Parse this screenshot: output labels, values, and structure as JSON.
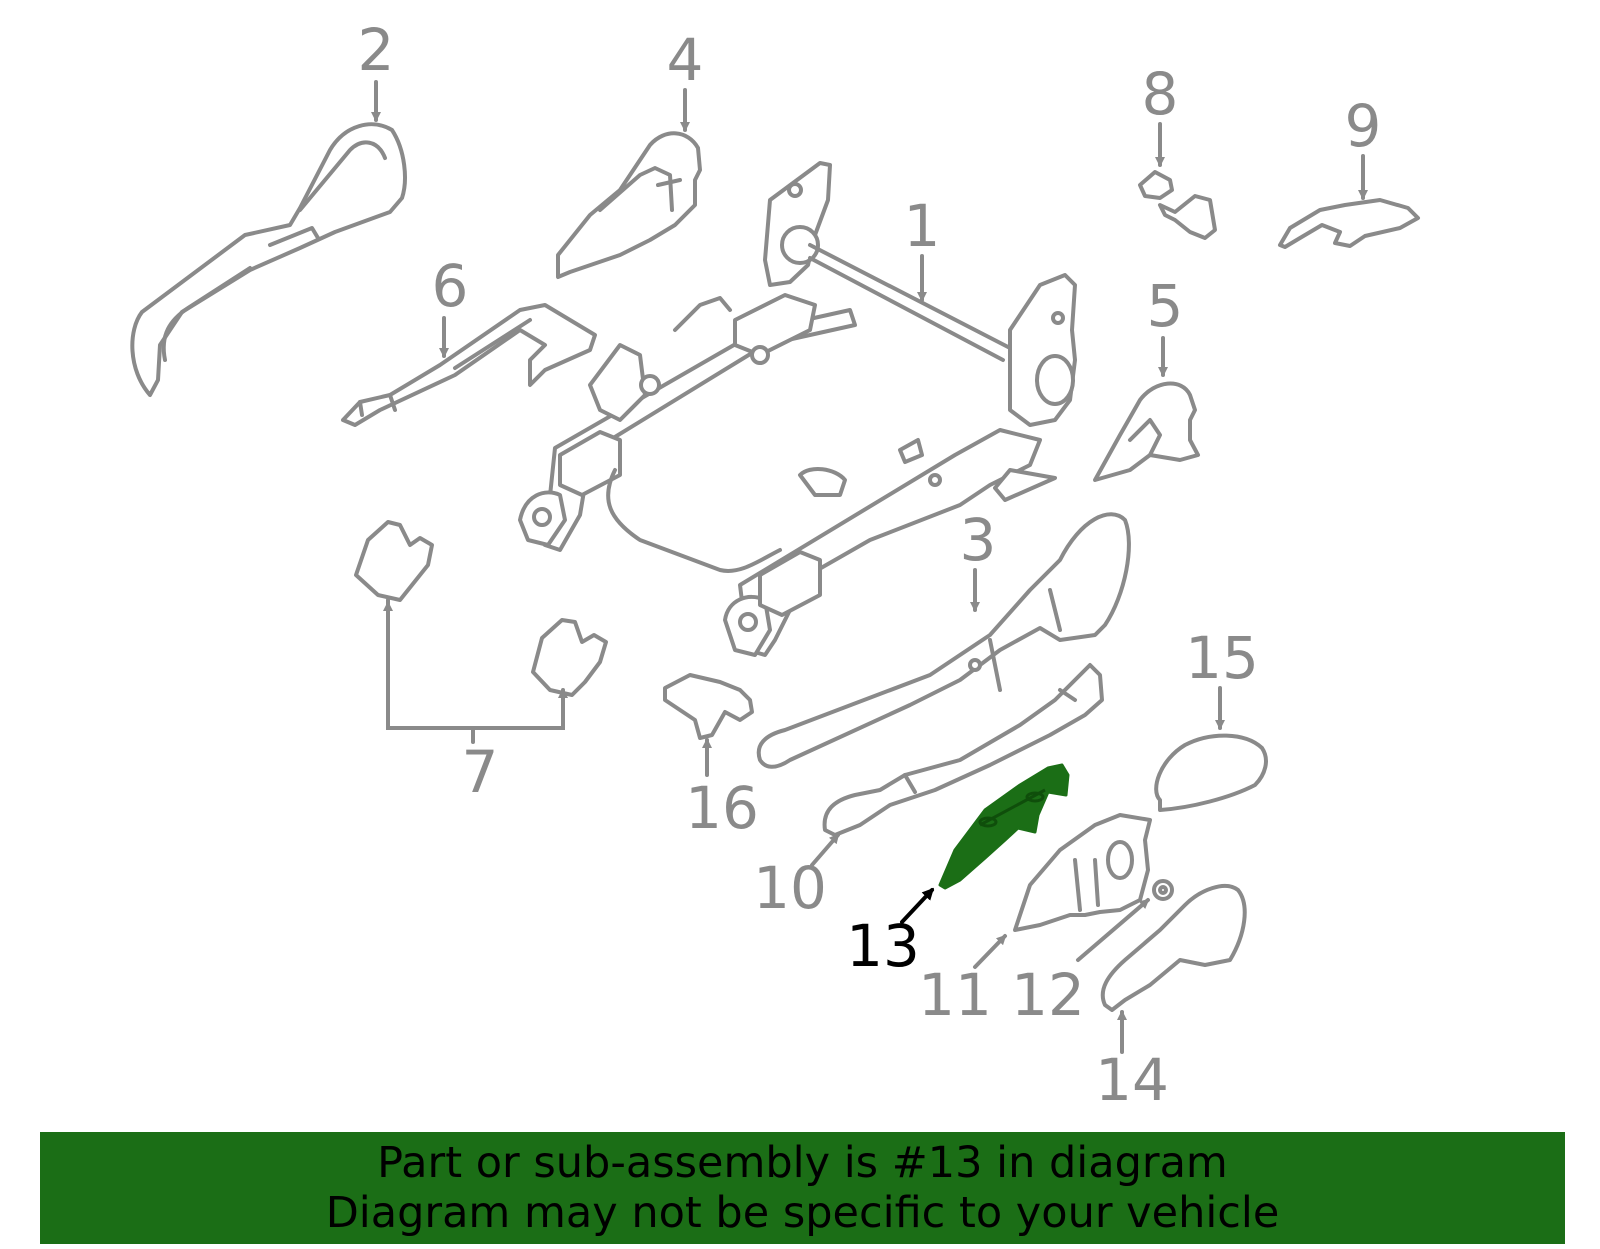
{
  "callouts": {
    "c1": "1",
    "c2": "2",
    "c3": "3",
    "c4": "4",
    "c5": "5",
    "c6": "6",
    "c7": "7",
    "c8": "8",
    "c9": "9",
    "c10": "10",
    "c11": "11",
    "c12": "12",
    "c13": "13",
    "c14": "14",
    "c15": "15",
    "c16": "16"
  },
  "highlighted_part": "13",
  "colors": {
    "line_art": "#8a8a8a",
    "highlight": "#1b6e16",
    "banner_bg": "#1b6e16",
    "banner_text": "#000000"
  },
  "banner": {
    "line1": "Part or sub-assembly is #13 in diagram",
    "line2": "Diagram may not be specific to your vehicle"
  }
}
